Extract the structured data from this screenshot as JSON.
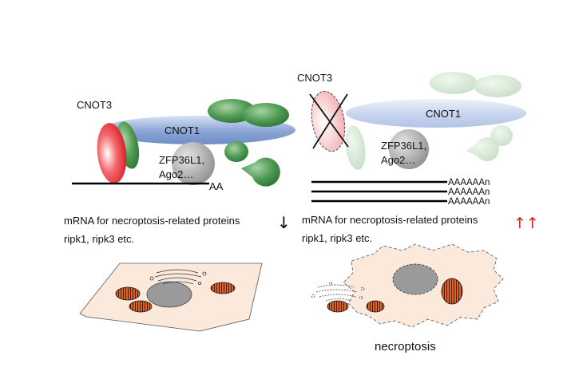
{
  "left_panel": {
    "cnot3_label": "CNOT3",
    "cnot1_label": "CNOT1",
    "complex_label_line1": "ZFP36L1,",
    "complex_label_line2": "Ago2…",
    "polya_tail": "AA",
    "mrna_caption": "mRNA for necroptosis-related proteins",
    "mrna_examples": "ripk1, ripk3 etc.",
    "arrow_symbol": "↓"
  },
  "right_panel": {
    "cnot3_label": "CNOT3",
    "cnot1_label": "CNOT1",
    "complex_label_line1": "ZFP36L1,",
    "complex_label_line2": "Ago2…",
    "polya_tails": [
      "AAAAAAn",
      "AAAAAAn",
      "AAAAAAn"
    ],
    "mrna_caption": "mRNA for necroptosis-related proteins",
    "mrna_examples": "ripk1, ripk3 etc.",
    "arrow_symbol": "↑↑",
    "cell_state_label": "necroptosis"
  },
  "colors": {
    "cnot1": "#8fa8d8",
    "cnot3": "#e8202a",
    "green_subunit": "#3d8a45",
    "pale_green": "#cde3cc",
    "grey_protein": "#9a9a9a",
    "cell_fill": "#fbe9dc",
    "mitochondria": "#e8611a",
    "up_arrow": "#d81f1f"
  }
}
